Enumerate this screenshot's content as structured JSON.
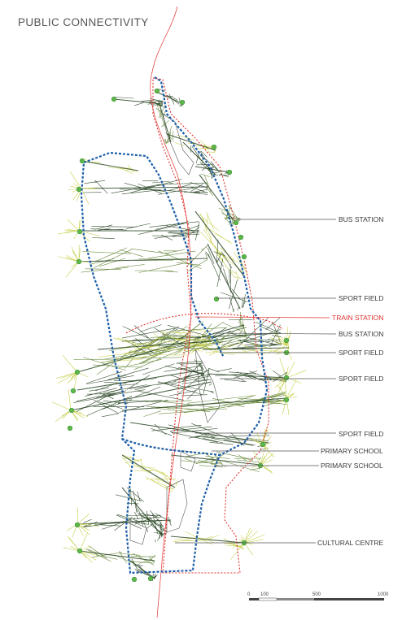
{
  "title": "PUBLIC CONNECTIVITY",
  "colors": {
    "network_dark": "#1f3d1a",
    "network_mid": "#5a7d2a",
    "network_light": "#c7cf4a",
    "node": "#5cb84a",
    "bus_route": "#1d5fa8",
    "train_route": "#e0322e",
    "leader": "#555555",
    "train_label": "#e0322e"
  },
  "labels": [
    {
      "key": "bus1",
      "text": "BUS STATION"
    },
    {
      "key": "sport1",
      "text": "SPORT FIELD"
    },
    {
      "key": "train",
      "text": "TRAIN STATION"
    },
    {
      "key": "bus2",
      "text": "BUS STATION"
    },
    {
      "key": "sport2",
      "text": "SPORT FIELD"
    },
    {
      "key": "sport3",
      "text": "SPORT FIELD"
    },
    {
      "key": "sport4",
      "text": "SPORT FIELD"
    },
    {
      "key": "school1",
      "text": "PRIMARY SCHOOL"
    },
    {
      "key": "school2",
      "text": "PRIMARY SCHOOL"
    },
    {
      "key": "culture",
      "text": "CULTURAL CENTRE"
    }
  ],
  "scale": {
    "ticks": [
      "0",
      "100",
      "500",
      "1000"
    ]
  }
}
